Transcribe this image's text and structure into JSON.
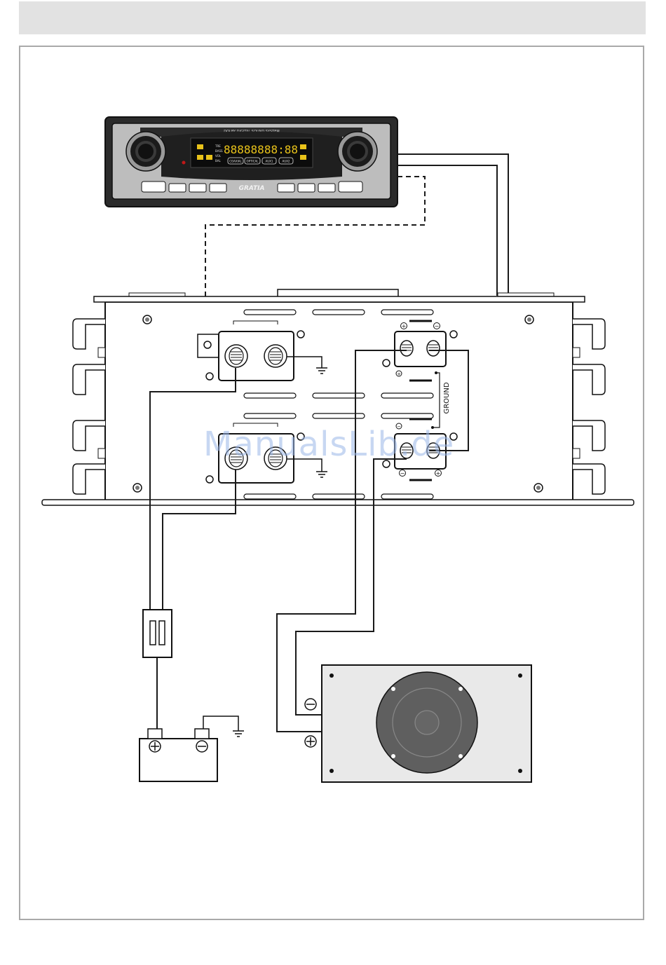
{
  "head_unit": {
    "brand": "GRATIA",
    "system_label": "DOLBY DIGITAL SOUND SYSTEM",
    "display_digits": "88888888:88",
    "menu_labels": [
      "TRE",
      "BASS",
      "VOL",
      "BAL"
    ],
    "source_buttons": [
      "COAXIAL",
      "OPTICAL",
      "AUX1",
      "AUX2"
    ]
  },
  "amplifier": {
    "ground_label": "GROUND"
  },
  "watermark": "ManualsLib.de",
  "colors": {
    "line": "#1a1a1a",
    "head_unit_body": "#2a2a2a",
    "display_text": "#e8c21a",
    "speaker_cone": "#5f5f5f",
    "speaker_box": "#e9e9e9"
  }
}
